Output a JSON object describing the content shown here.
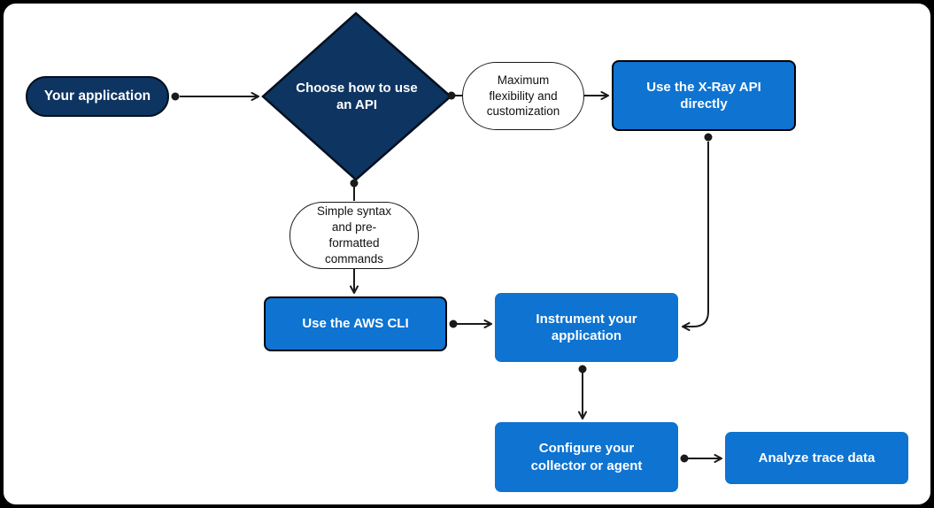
{
  "diagram": {
    "kind": "flowchart",
    "description": "Decision flow for choosing how to use an API with AWS X-Ray",
    "colors": {
      "page_background": "#000000",
      "canvas_background": "#ffffff",
      "terminator_fill": "#0E3461",
      "decision_fill": "#0E3461",
      "process_fill": "#0E73D1",
      "condition_fill": "#ffffff",
      "line_color": "#1a1a1a",
      "node_text": "#ffffff",
      "condition_text": "#111111"
    },
    "nodes": {
      "start": {
        "type": "terminator",
        "label": "Your application"
      },
      "decision": {
        "type": "decision",
        "label": "Choose how to use an API"
      },
      "cond_max": {
        "type": "condition",
        "label": "Maximum flexibility and customization"
      },
      "cond_simple": {
        "type": "condition",
        "label": "Simple syntax and pre-formatted commands"
      },
      "xray_api": {
        "type": "process",
        "label": "Use the X-Ray API directly"
      },
      "aws_cli": {
        "type": "process",
        "label": "Use the AWS CLI"
      },
      "instrument": {
        "type": "process",
        "label": "Instrument your application"
      },
      "configure": {
        "type": "process",
        "label": "Configure your collector or agent"
      },
      "analyze": {
        "type": "process",
        "label": "Analyze trace data"
      }
    },
    "edges": [
      {
        "from": "start",
        "to": "decision"
      },
      {
        "from": "decision",
        "via": "cond_max",
        "to": "xray_api"
      },
      {
        "from": "decision",
        "via": "cond_simple",
        "to": "aws_cli"
      },
      {
        "from": "aws_cli",
        "to": "instrument"
      },
      {
        "from": "xray_api",
        "to": "instrument"
      },
      {
        "from": "instrument",
        "to": "configure"
      },
      {
        "from": "configure",
        "to": "analyze"
      }
    ]
  }
}
